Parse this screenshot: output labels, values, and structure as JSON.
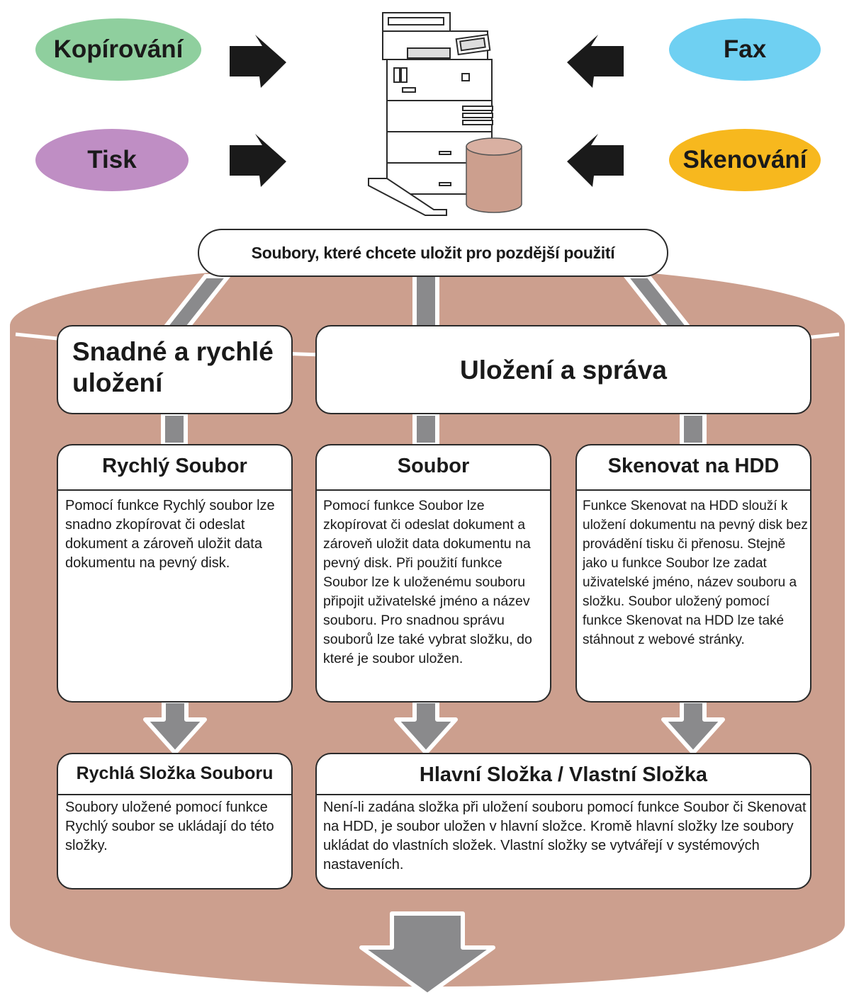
{
  "colors": {
    "copy": "#8fcf9e",
    "fax": "#6fd0f2",
    "print": "#bf8ec4",
    "scan": "#f7b81e",
    "drum": "#cc9f8e",
    "arrow_gray": "#8a8a8c",
    "outline": "#2a2a2a"
  },
  "inputs": {
    "copy": "Kopírování",
    "fax": "Fax",
    "print": "Tisk",
    "scan": "Skenování"
  },
  "center_label": "Soubory, které chcete uložit pro pozdější použití",
  "groups": {
    "quick": "Snadné a rychlé uložení",
    "manage": "Uložení a správa"
  },
  "cards": {
    "quick_file": {
      "title": "Rychlý Soubor",
      "text": "Pomocí funkce Rychlý soubor lze snadno zkopírovat či odeslat dokument a zároveň uložit data dokumentu na pevný disk."
    },
    "file": {
      "title": "Soubor",
      "text": "Pomocí funkce Soubor lze zkopírovat či odeslat dokument a zároveň uložit data dokumentu na pevný disk. Při použití funkce Soubor lze k uloženému souboru připojit uživatelské jméno a název souboru. Pro snadnou správu souborů lze také vybrat složku, do které je soubor uložen."
    },
    "scan_hdd": {
      "title": "Skenovat na HDD",
      "text": "Funkce Skenovat na HDD slouží k uložení dokumentu na pevný disk bez provádění tisku či přenosu. Stejně jako u funkce Soubor lze zadat uživatelské jméno, název souboru a složku. Soubor uložený pomocí funkce Skenovat na HDD lze také stáhnout z webové stránky."
    }
  },
  "folders": {
    "quick_folder": {
      "title": "Rychlá Složka Souboru",
      "text": "Soubory uložené pomocí funkce Rychlý soubor se ukládají do této složky."
    },
    "main_custom": {
      "title": "Hlavní Složka / Vlastní Složka",
      "text": "Není-li zadána složka při uložení souboru pomocí funkce Soubor či Skenovat na HDD, je soubor uložen v hlavní složce. Kromě hlavní složky lze soubory ukládat do vlastních složek. Vlastní složky se vytvářejí v systémových nastaveních."
    }
  }
}
